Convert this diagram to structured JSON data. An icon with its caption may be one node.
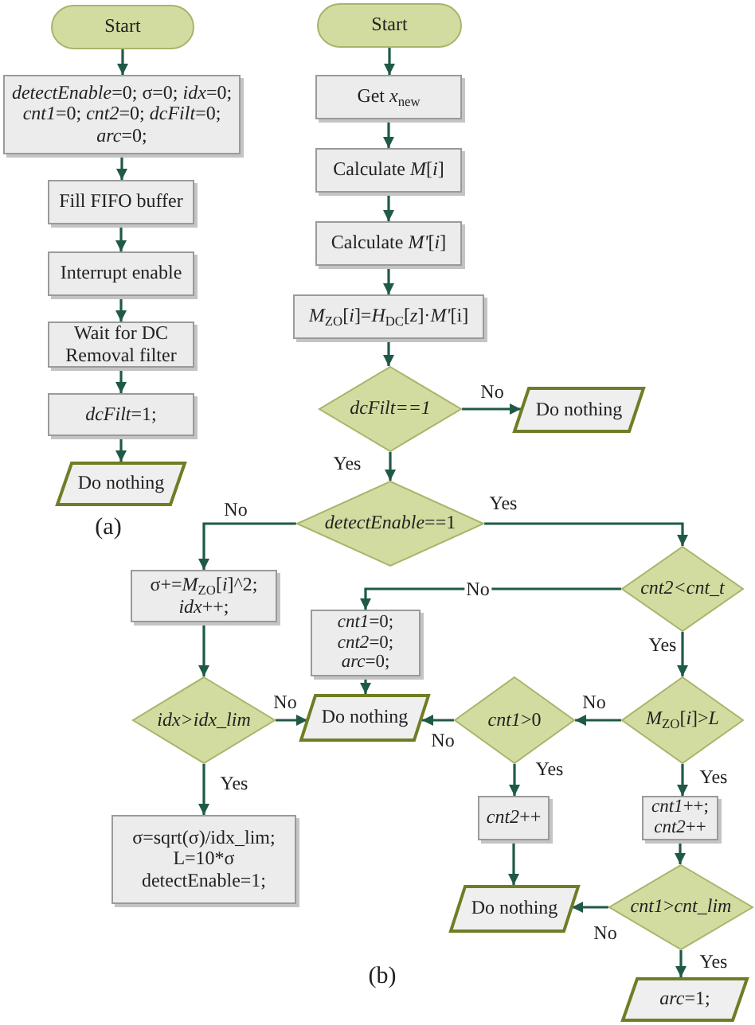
{
  "diagram": {
    "nodes": [
      {
        "text": [
          "Start"
        ]
      },
      {
        "text": [
          "*detectEnable*=0; σ=0; *idx*=0; *cnt1*=0; *cnt2*=0; *dcFilt*=0; *arc*=0;"
        ]
      },
      {
        "text": [
          "Fill FIFO buffer"
        ]
      },
      {
        "text": [
          "Interrupt enable"
        ]
      },
      {
        "text": [
          "Wait for DC Removal filter"
        ]
      },
      {
        "text": [
          "*dcFilt*=1;"
        ]
      },
      {
        "text": [
          "Do nothing"
        ]
      },
      {
        "text": [
          "Start"
        ]
      },
      {
        "text": [
          "Get *x*$_{new}$"
        ]
      },
      {
        "text": [
          "Calculate *M*[*i*]"
        ]
      },
      {
        "text": [
          "Calculate *M'*[*i*]"
        ]
      },
      {
        "text": [
          "*M*$_{ZO}$[*i*]=*H*$_{DC}$[*z*]·*M'*[i]"
        ]
      },
      {
        "text": [
          "dcFilt==1"
        ]
      },
      {
        "text": [
          "Do nothing"
        ]
      },
      {
        "text": [
          "*detectEnable*==1"
        ]
      },
      {
        "text": [
          "cnt2<cnt_t"
        ]
      },
      {
        "text": [
          "σ+=*M*$_{ZO}$[*i*]^2; *idx*++;"
        ]
      },
      {
        "text": [
          "*cnt1*=0; *cnt2*=0; *arc*=0;"
        ]
      },
      {
        "text": [
          "idx>idx_lim"
        ]
      },
      {
        "text": [
          "Do nothing"
        ]
      },
      {
        "text": [
          "*cnt1*>0"
        ]
      },
      {
        "text": [
          "*M*$_{ZO}$[*i*]>*L*"
        ]
      },
      {
        "text": [
          "σ=sqrt(σ)/idx_lim; L=10*σ detectEnable=1;"
        ]
      },
      {
        "text": [
          "*cnt2*++"
        ]
      },
      {
        "text": [
          "*cnt1*++; *cnt2*++"
        ]
      },
      {
        "text": [
          "Do nothing"
        ]
      },
      {
        "text": [
          "*cnt1*>*cnt_lim*"
        ]
      },
      {
        "text": [
          "*arc*=1;"
        ]
      }
    ],
    "edges": [
      {
        "from": 0,
        "to": 1,
        "arrow": "to"
      },
      {
        "from": 1,
        "to": 2,
        "arrow": "to"
      },
      {
        "from": 2,
        "to": 3,
        "arrow": "to"
      },
      {
        "from": 3,
        "to": 4,
        "arrow": "to"
      },
      {
        "from": 4,
        "to": 5,
        "arrow": "to"
      },
      {
        "from": 5,
        "to": 6,
        "arrow": "to"
      },
      {
        "from": 7,
        "to": 8,
        "arrow": "to"
      },
      {
        "from": 8,
        "to": 9,
        "arrow": "to"
      },
      {
        "from": 9,
        "to": 10,
        "arrow": "to"
      },
      {
        "from": 10,
        "to": 11,
        "arrow": "to"
      },
      {
        "from": 11,
        "to": 12,
        "arrow": "to"
      },
      {
        "from": 12,
        "to": 13,
        "arrow": "to",
        "label": "No"
      },
      {
        "from": 12,
        "to": 14,
        "arrow": "to",
        "label": "Yes"
      },
      {
        "from": 14,
        "to": 16,
        "arrow": "to",
        "label": "No"
      },
      {
        "from": 14,
        "to": 15,
        "arrow": "to",
        "label": "Yes"
      },
      {
        "from": 15,
        "to": 17,
        "arrow": "to",
        "label": "No"
      },
      {
        "from": 15,
        "to": 21,
        "arrow": "to",
        "label": "Yes"
      },
      {
        "from": 16,
        "to": 18,
        "arrow": "to"
      },
      {
        "from": 17,
        "to": 19,
        "arrow": "to"
      },
      {
        "from": 18,
        "to": 19,
        "arrow": "to",
        "label": "No"
      },
      {
        "from": 18,
        "to": 22,
        "arrow": "to",
        "label": "Yes"
      },
      {
        "from": 21,
        "to": 20,
        "arrow": "to",
        "label": "No"
      },
      {
        "from": 20,
        "to": 19,
        "arrow": "to",
        "label": "No"
      },
      {
        "from": 20,
        "to": 23,
        "arrow": "to",
        "label": "Yes"
      },
      {
        "from": 21,
        "to": 24,
        "arrow": "to",
        "label": "Yes"
      },
      {
        "from": 23,
        "to": 25,
        "arrow": "to"
      },
      {
        "from": 24,
        "to": 26,
        "arrow": "to"
      },
      {
        "from": 26,
        "to": 25,
        "arrow": "to",
        "label": "No"
      },
      {
        "from": 26,
        "to": 27,
        "arrow": "to",
        "label": "Yes"
      }
    ],
    "labels": [
      "(a)",
      "(b)"
    ]
  }
}
